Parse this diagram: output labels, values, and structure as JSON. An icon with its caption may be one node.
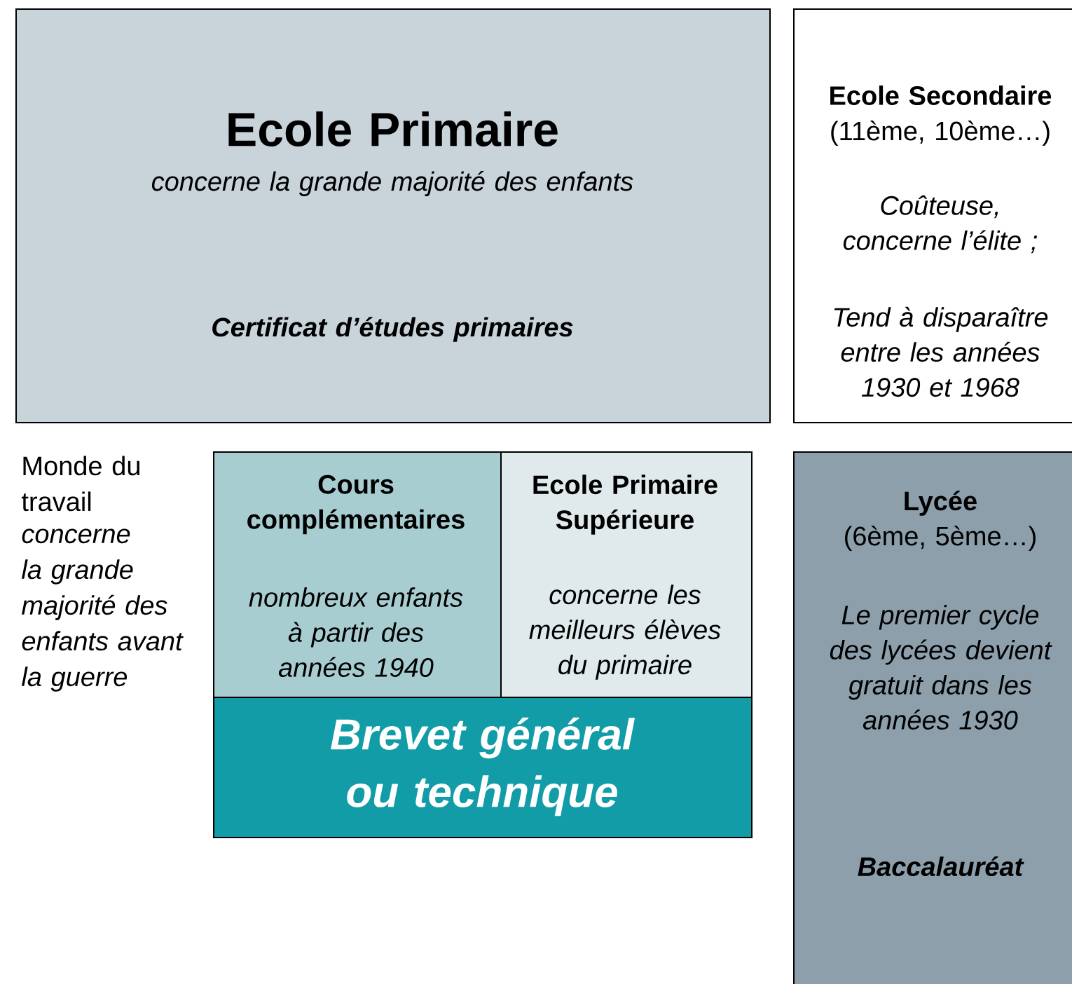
{
  "diagram": {
    "nodes": [
      {
        "text": [
          "Ecole Primaire",
          "concerne la grande majorité des enfants",
          "Certificat d’études primaires"
        ]
      },
      {
        "text": [
          "Ecole Secondaire",
          "(11ème, 10ème…)",
          "Coûteuse, concerne l’élite ;",
          "Tend à disparaître entre les années 1930 et 1968"
        ]
      },
      {
        "text": [
          "Cours complémentaires",
          "nombreux enfants à partir des années 1940"
        ]
      },
      {
        "text": [
          "Ecole Primaire Supérieure",
          "concerne les meilleurs élèves du primaire"
        ]
      },
      {
        "text": [
          "Brevet général ou technique"
        ]
      },
      {
        "text": [
          "Lycée",
          "(6ème, 5ème…)",
          "Le premier cycle des lycées devient gratuit dans les années 1930",
          "Baccalauréat"
        ]
      }
    ],
    "labels": [
      "Monde du travail",
      "concerne la grande majorité des enfants avant la guerre"
    ]
  }
}
